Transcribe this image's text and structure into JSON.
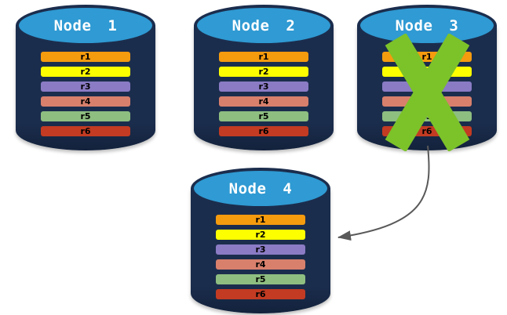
{
  "nodes": [
    {
      "label": "Node 1",
      "rows": [
        "r1",
        "r2",
        "r3",
        "r4",
        "r5",
        "r6"
      ],
      "failed": false
    },
    {
      "label": "Node 2",
      "rows": [
        "r1",
        "r2",
        "r3",
        "r4",
        "r5",
        "r6"
      ],
      "failed": false
    },
    {
      "label": "Node 3",
      "rows": [
        "r1",
        "r2",
        "r3",
        "r4",
        "r5",
        "r6"
      ],
      "failed": true
    },
    {
      "label": "Node 4",
      "rows": [
        "r1",
        "r2",
        "r3",
        "r4",
        "r5",
        "r6"
      ],
      "failed": false
    }
  ],
  "row_colors": [
    "#F59B0E",
    "#FDFF00",
    "#8A7BC4",
    "#D8806C",
    "#8EBE80",
    "#C23B22"
  ],
  "colors": {
    "cylinder_body": "#1B2D4D",
    "cylinder_top": "#2F9AD3",
    "failure_cross": "#7CC229",
    "arrow": "#595959"
  },
  "icons": {
    "failure": "green-x-cross-icon",
    "transfer": "curved-arrow-icon"
  },
  "arrow": {
    "from_node": "Node 3",
    "to_node": "Node 4"
  }
}
